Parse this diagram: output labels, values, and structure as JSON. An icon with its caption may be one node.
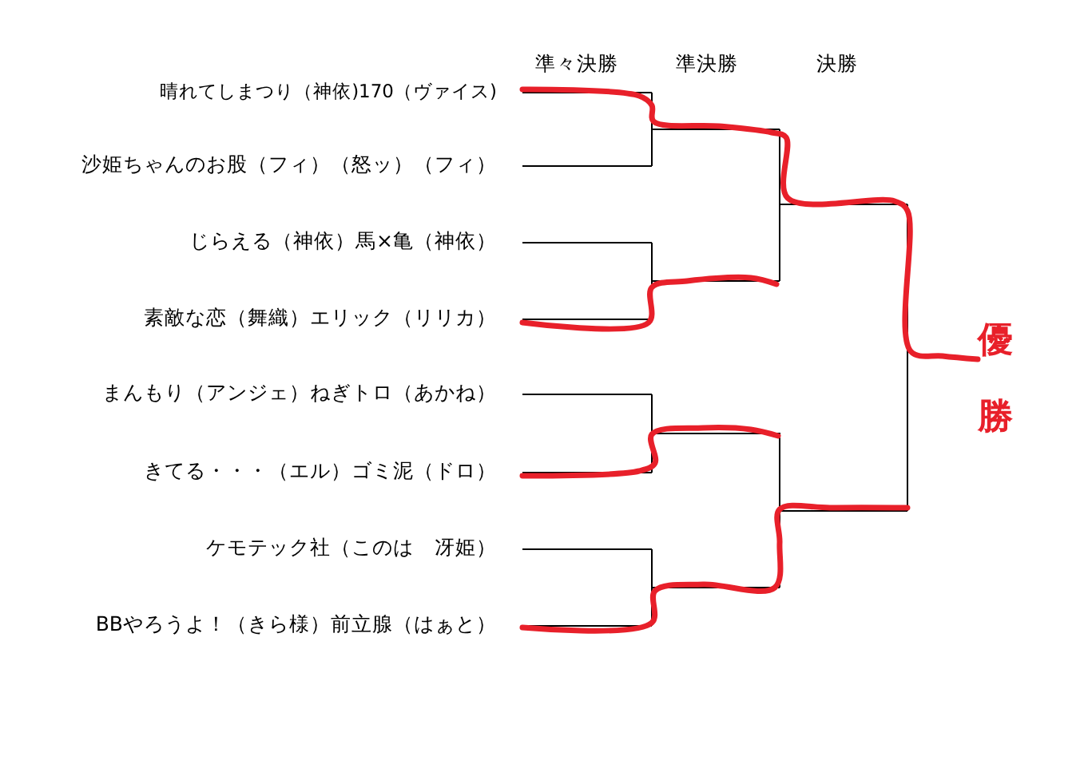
{
  "diagram": {
    "labels": [
      "準々決勝",
      "準決勝",
      "決勝",
      "晴れてしまつり（神依)170（ヴァイス)",
      "沙姫ちゃんのお股（フィ）（怒ッ）（フィ）",
      "じらえる（神依）馬×亀（神依）",
      "素敵な恋（舞織）エリック（リリカ）",
      "まんもり（アンジェ）ねぎトロ（あかね）",
      "きてる・・・（エル）ゴミ泥（ドロ）",
      "ケモテック社（このは　冴姫）",
      "BBやろうよ！（きら様）前立腺（はぁと）",
      "優勝"
    ]
  }
}
